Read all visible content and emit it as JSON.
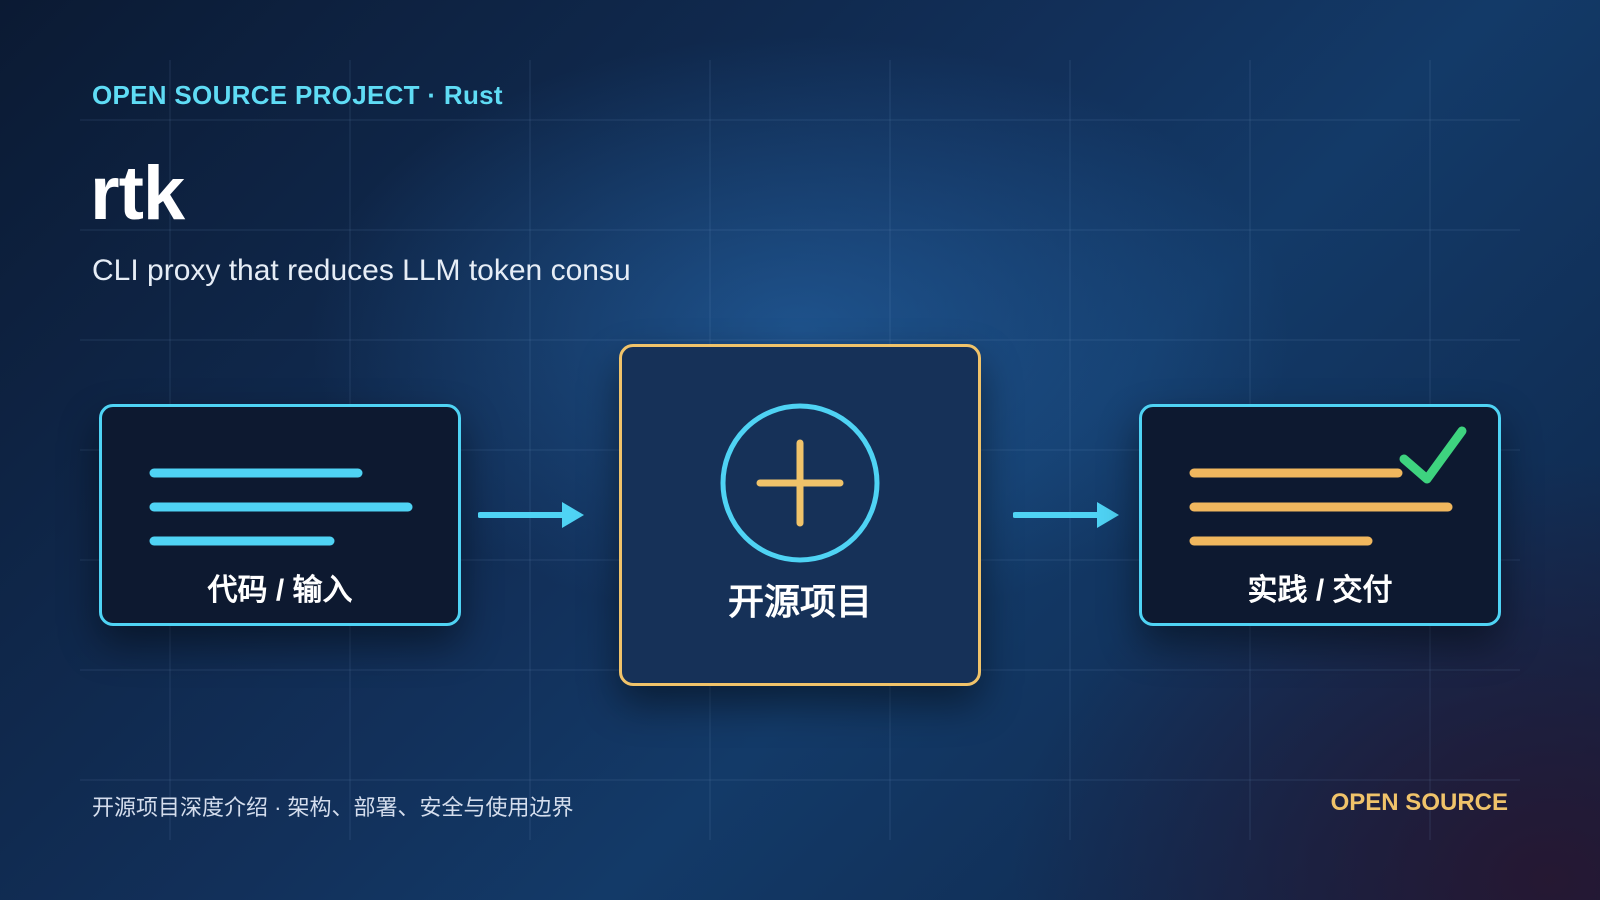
{
  "header": {
    "kicker": "OPEN SOURCE PROJECT",
    "separator": " · ",
    "language": "Rust"
  },
  "title": "rtk",
  "subtitle": "CLI proxy that reduces LLM token consu",
  "flow": {
    "input_card": {
      "label": "代码 / 输入",
      "icon": "text-lines-icon"
    },
    "center_card": {
      "label": "开源项目",
      "icon": "plus-circle-icon"
    },
    "output_card": {
      "label": "实践 / 交付",
      "icon": "checked-lines-icon"
    }
  },
  "footer": {
    "description": "开源项目深度介绍 · 架构、部署、安全与使用边界",
    "tag": "OPEN SOURCE"
  },
  "colors": {
    "cyan": "#4fd3f4",
    "gold": "#f0c36a",
    "green": "#3ed37f",
    "background": "#0b1a33"
  }
}
